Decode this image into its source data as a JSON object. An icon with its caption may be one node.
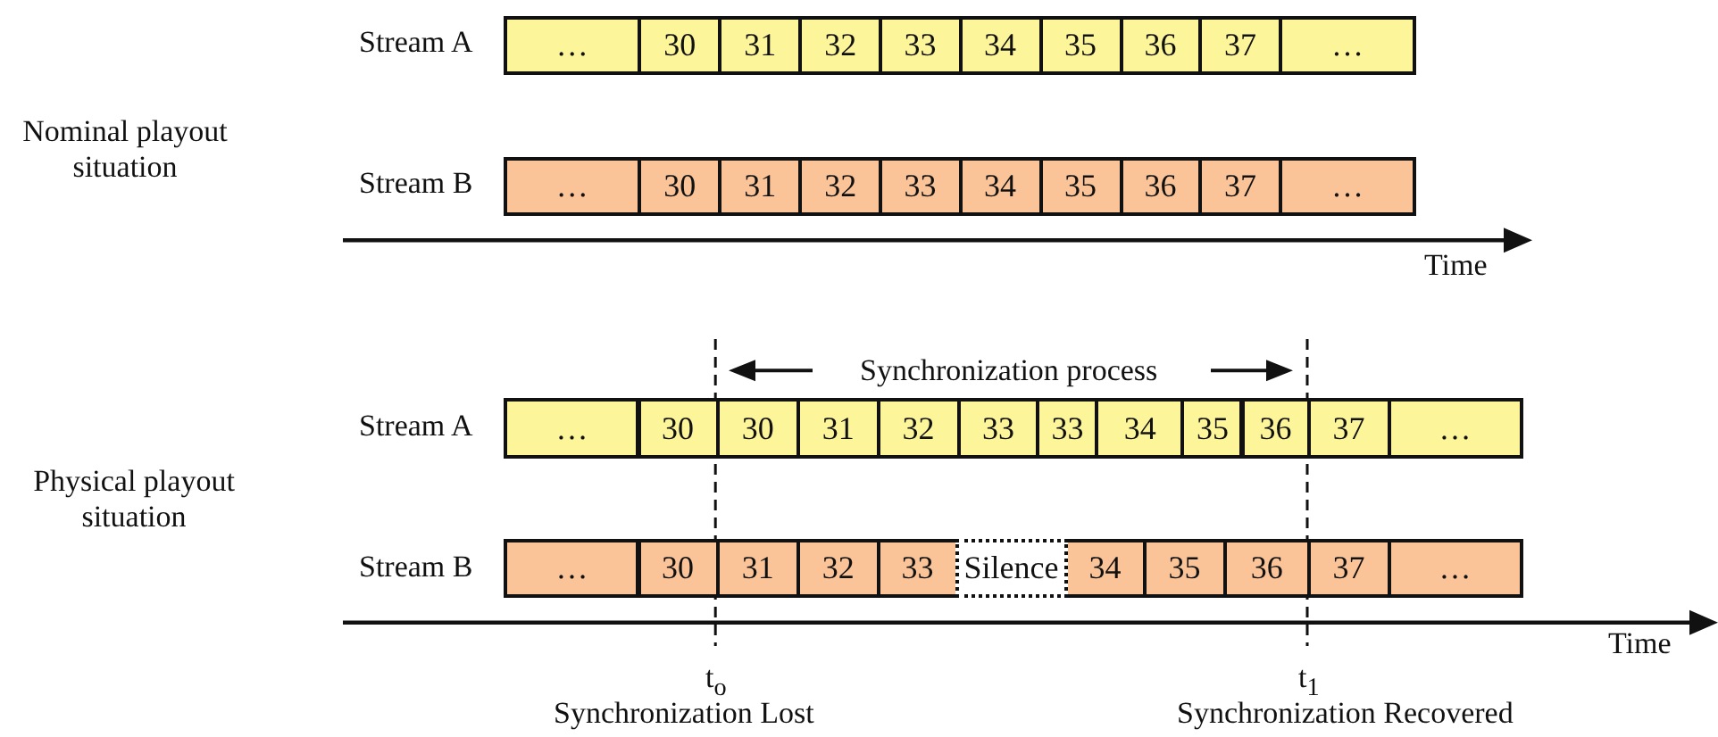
{
  "diagram": {
    "nodes": [
      {
        "text": [
          "…"
        ]
      },
      {
        "text": [
          "30"
        ]
      },
      {
        "text": [
          "31"
        ]
      },
      {
        "text": [
          "32"
        ]
      },
      {
        "text": [
          "33"
        ]
      },
      {
        "text": [
          "34"
        ]
      },
      {
        "text": [
          "35"
        ]
      },
      {
        "text": [
          "36"
        ]
      },
      {
        "text": [
          "37"
        ]
      },
      {
        "text": [
          "…"
        ]
      },
      {
        "text": [
          "…"
        ]
      },
      {
        "text": [
          "30"
        ]
      },
      {
        "text": [
          "31"
        ]
      },
      {
        "text": [
          "32"
        ]
      },
      {
        "text": [
          "33"
        ]
      },
      {
        "text": [
          "34"
        ]
      },
      {
        "text": [
          "35"
        ]
      },
      {
        "text": [
          "36"
        ]
      },
      {
        "text": [
          "37"
        ]
      },
      {
        "text": [
          "…"
        ]
      },
      {
        "text": [
          "…"
        ]
      },
      {
        "text": [
          "30"
        ]
      },
      {
        "text": [
          "30"
        ]
      },
      {
        "text": [
          "31"
        ]
      },
      {
        "text": [
          "32"
        ]
      },
      {
        "text": [
          "33"
        ]
      },
      {
        "text": [
          "33"
        ]
      },
      {
        "text": [
          "34"
        ]
      },
      {
        "text": [
          "35"
        ]
      },
      {
        "text": [
          "36"
        ]
      },
      {
        "text": [
          "37"
        ]
      },
      {
        "text": [
          "…"
        ]
      },
      {
        "text": [
          "…"
        ]
      },
      {
        "text": [
          "30"
        ]
      },
      {
        "text": [
          "31"
        ]
      },
      {
        "text": [
          "32"
        ]
      },
      {
        "text": [
          "33"
        ]
      },
      {
        "text": [
          "Silence"
        ]
      },
      {
        "text": [
          "34"
        ]
      },
      {
        "text": [
          "35"
        ]
      },
      {
        "text": [
          "36"
        ]
      },
      {
        "text": [
          "37"
        ]
      },
      {
        "text": [
          "…"
        ]
      }
    ],
    "labels": [
      "Stream A",
      "Nominal playout situation",
      "Stream B",
      "Time",
      "Synchronization process",
      "Stream A",
      "Physical playout situation",
      "Stream B",
      "Time",
      "t$_{o}$",
      "t$_{1}$",
      "Synchronization Lost",
      "Synchronization Recovered"
    ]
  }
}
